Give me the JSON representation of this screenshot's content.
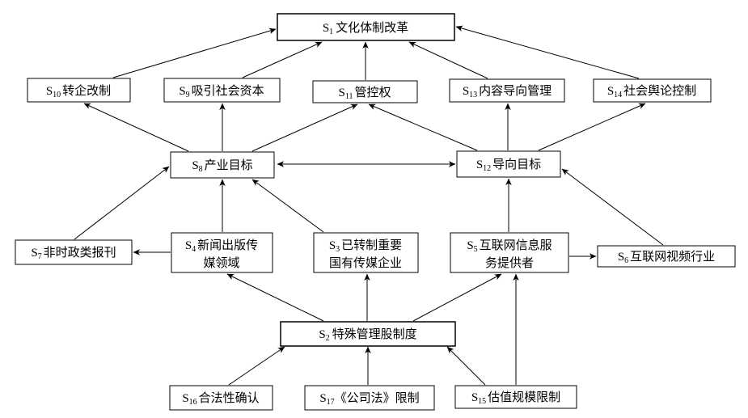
{
  "diagram": {
    "type": "hierarchical-influence-diagram",
    "background_color": "#ffffff",
    "line_color": "#000000",
    "box_fill": "#ffffff",
    "nodes": {
      "s1": {
        "prefix": "S",
        "sub": "1",
        "text": "文化体制改革"
      },
      "s10": {
        "prefix": "S",
        "sub": "10",
        "text": "转企改制"
      },
      "s9": {
        "prefix": "S",
        "sub": "9",
        "text": "吸引社会资本"
      },
      "s11": {
        "prefix": "S",
        "sub": "11",
        "text": "管控权"
      },
      "s13": {
        "prefix": "S",
        "sub": "13",
        "text": "内容导向管理"
      },
      "s14": {
        "prefix": "S",
        "sub": "14",
        "text": "社会舆论控制"
      },
      "s8": {
        "prefix": "S",
        "sub": "8",
        "text": "产业目标"
      },
      "s12": {
        "prefix": "S",
        "sub": "12",
        "text": "导向目标"
      },
      "s7": {
        "prefix": "S",
        "sub": "7",
        "text": "非时政类报刊"
      },
      "s4": {
        "prefix": "S",
        "sub": "4",
        "line1": "新闻出版传",
        "line2": "媒领域"
      },
      "s3": {
        "prefix": "S",
        "sub": "3",
        "line1": "已转制重要",
        "line2": "国有传媒企业"
      },
      "s5": {
        "prefix": "S",
        "sub": "5",
        "line1": "互联网信息服",
        "line2": "务提供者"
      },
      "s6": {
        "prefix": "S",
        "sub": "6",
        "text": "互联网视频行业"
      },
      "s2": {
        "prefix": "S",
        "sub": "2",
        "text": "特殊管理股制度"
      },
      "s16": {
        "prefix": "S",
        "sub": "16",
        "text": "合法性确认"
      },
      "s17": {
        "prefix": "S",
        "sub": "17",
        "text": "《公司法》限制"
      },
      "s15": {
        "prefix": "S",
        "sub": "15",
        "text": "估值规模限制"
      }
    },
    "edges": [
      {
        "from": "S10",
        "to": "S1"
      },
      {
        "from": "S9",
        "to": "S1"
      },
      {
        "from": "S11",
        "to": "S1"
      },
      {
        "from": "S13",
        "to": "S1"
      },
      {
        "from": "S14",
        "to": "S1"
      },
      {
        "from": "S8",
        "to": "S10"
      },
      {
        "from": "S8",
        "to": "S9"
      },
      {
        "from": "S8",
        "to": "S11"
      },
      {
        "from": "S12",
        "to": "S11"
      },
      {
        "from": "S12",
        "to": "S13"
      },
      {
        "from": "S12",
        "to": "S14"
      },
      {
        "from": "S8",
        "to": "S12",
        "bidirectional": true
      },
      {
        "from": "S7",
        "to": "S8"
      },
      {
        "from": "S4",
        "to": "S8"
      },
      {
        "from": "S3",
        "to": "S8"
      },
      {
        "from": "S5",
        "to": "S12"
      },
      {
        "from": "S6",
        "to": "S12"
      },
      {
        "from": "S4",
        "to": "S7"
      },
      {
        "from": "S5",
        "to": "S6"
      },
      {
        "from": "S2",
        "to": "S4"
      },
      {
        "from": "S2",
        "to": "S3"
      },
      {
        "from": "S2",
        "to": "S5"
      },
      {
        "from": "S15",
        "to": "S5"
      },
      {
        "from": "S16",
        "to": "S2"
      },
      {
        "from": "S17",
        "to": "S2"
      },
      {
        "from": "S15",
        "to": "S2"
      }
    ]
  }
}
